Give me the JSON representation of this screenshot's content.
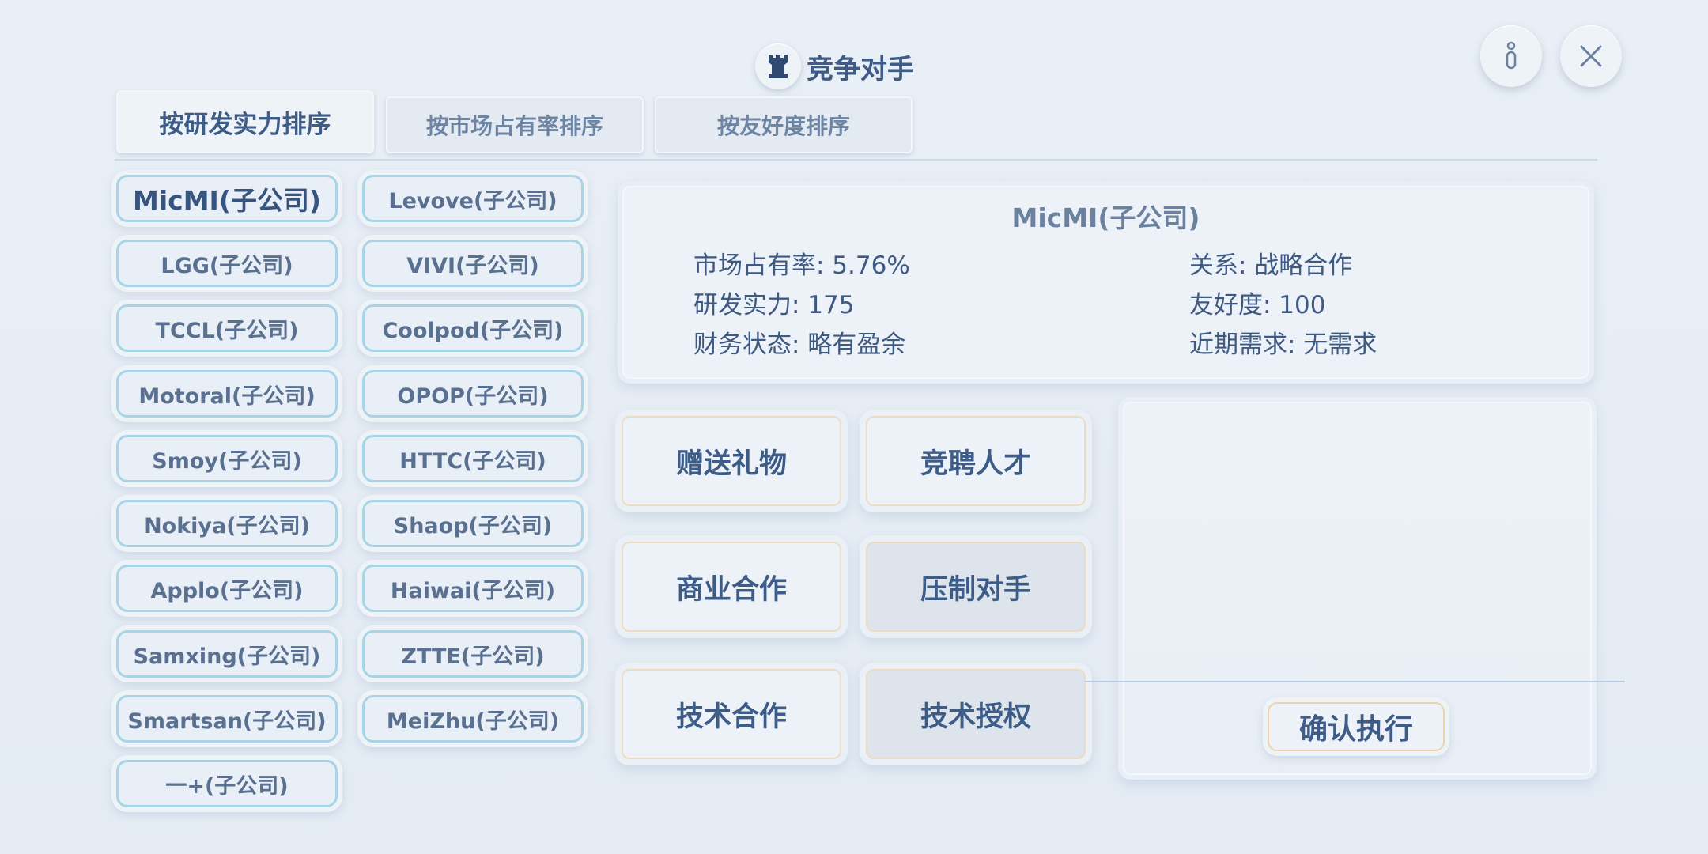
{
  "header": {
    "title": "竞争对手",
    "title_icon": "rook-icon",
    "info_icon": "info-icon",
    "close_icon": "close-icon"
  },
  "tabs": [
    {
      "label": "按研发实力排序",
      "active": true
    },
    {
      "label": "按市场占有率排序",
      "active": false
    },
    {
      "label": "按友好度排序",
      "active": false
    }
  ],
  "companies": [
    "MicMI(子公司)",
    "Levove(子公司)",
    "LGG(子公司)",
    "VIVI(子公司)",
    "TCCL(子公司)",
    "Coolpod(子公司)",
    "Motoral(子公司)",
    "OPOP(子公司)",
    "Smoy(子公司)",
    "HTTC(子公司)",
    "Nokiya(子公司)",
    "Shaop(子公司)",
    "Applo(子公司)",
    "Haiwai(子公司)",
    "Samxing(子公司)",
    "ZTTE(子公司)",
    "Smartsan(子公司)",
    "MeiZhu(子公司)",
    "一+(子公司)"
  ],
  "selected_company": "MicMI(子公司)",
  "info": {
    "name": "MicMI(子公司)",
    "market_share": "市场占有率: 5.76%",
    "rd_strength": "研发实力: 175",
    "finance": "财务状态: 略有盈余",
    "relation": "关系: 战略合作",
    "friendliness": "友好度: 100",
    "demand": "近期需求: 无需求"
  },
  "actions": [
    {
      "label": "赠送礼物",
      "shaded": false
    },
    {
      "label": "竞聘人才",
      "shaded": false
    },
    {
      "label": "商业合作",
      "shaded": false
    },
    {
      "label": "压制对手",
      "shaded": true
    },
    {
      "label": "技术合作",
      "shaded": false
    },
    {
      "label": "技术授权",
      "shaded": true
    }
  ],
  "confirm_label": "确认执行",
  "colors": {
    "background": "#e7eef5",
    "text_primary": "#3d5c87",
    "company_border": "#a7d4e6",
    "action_border": "#ecdcc6"
  }
}
